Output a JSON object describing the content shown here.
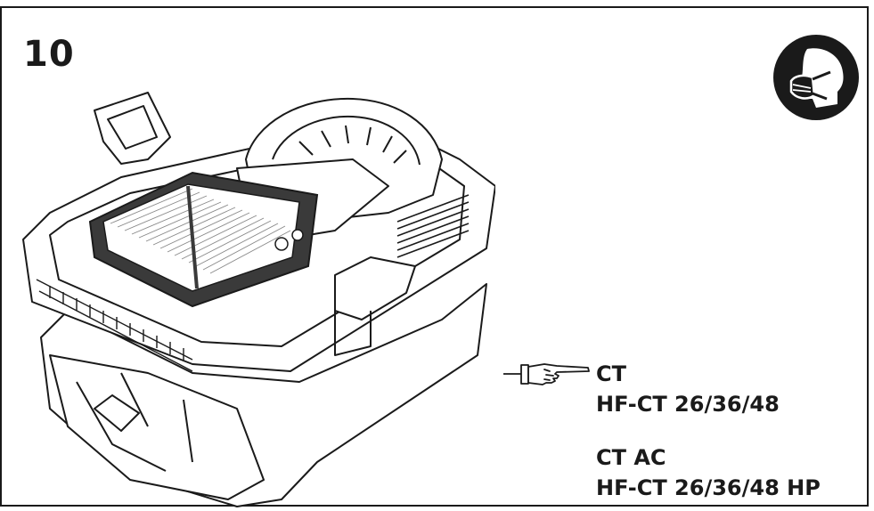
{
  "step": {
    "number": "10"
  },
  "icons": {
    "safety": "dust-mask-icon",
    "pointer": "pointing-hand-icon"
  },
  "models": [
    {
      "line1": "CT",
      "line2": "HF-CT 26/36/48"
    },
    {
      "line1": "CT AC",
      "line2": "HF-CT 26/36/48 HP"
    }
  ],
  "colors": {
    "ink": "#1a1a1a",
    "paper": "#ffffff",
    "filter": "#3a3a3a"
  }
}
